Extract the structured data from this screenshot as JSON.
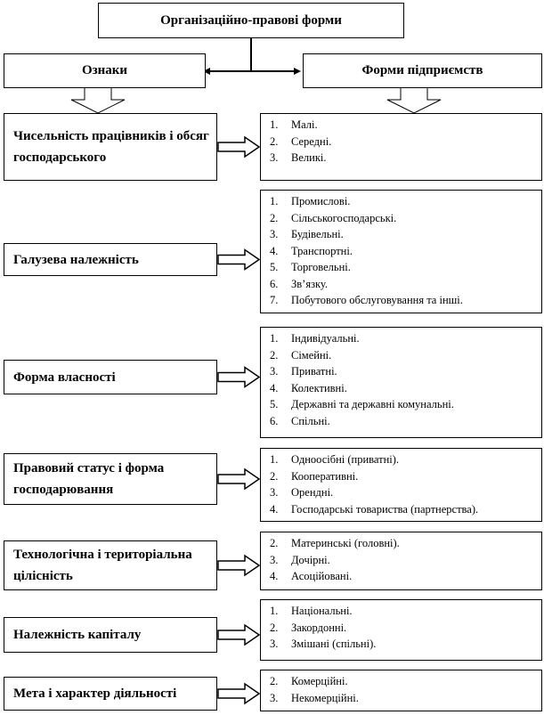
{
  "title": "Організаційно-правові форми",
  "left_header": "Ознаки",
  "right_header": "Форми підприємств",
  "rows": [
    {
      "criterion": "Чисельність працівників і обсяг господарського",
      "forms": [
        {
          "n": "1.",
          "t": "Малі."
        },
        {
          "n": "2.",
          "t": "Середні."
        },
        {
          "n": "3.",
          "t": "Великі."
        }
      ]
    },
    {
      "criterion": "Галузева належність",
      "forms": [
        {
          "n": "1.",
          "t": "Промислові."
        },
        {
          "n": "2.",
          "t": "Сільськогосподарські."
        },
        {
          "n": "3.",
          "t": "Будівельні."
        },
        {
          "n": "4.",
          "t": "Транспортні."
        },
        {
          "n": "5.",
          "t": "Торговельні."
        },
        {
          "n": "6.",
          "t": "Зв’язку."
        },
        {
          "n": "7.",
          "t": "Побутового обслуговування та інші."
        }
      ]
    },
    {
      "criterion": "Форма власності",
      "forms": [
        {
          "n": "1.",
          "t": "Індивідуальні."
        },
        {
          "n": "2.",
          "t": "Сімейні."
        },
        {
          "n": "3.",
          "t": "Приватні."
        },
        {
          "n": "4.",
          "t": "Колективні."
        },
        {
          "n": "5.",
          "t": "Державні та державні комунальні."
        },
        {
          "n": "6.",
          "t": "Спільні."
        }
      ]
    },
    {
      "criterion": "Правовий статус і форма господарювання",
      "forms": [
        {
          "n": "1.",
          "t": "Одноосібні (приватні)."
        },
        {
          "n": "2.",
          "t": "Кооперативні."
        },
        {
          "n": "3.",
          "t": "Орендні."
        },
        {
          "n": "4.",
          "t": "Господарські товариства (партнерства)."
        }
      ]
    },
    {
      "criterion": "Технологічна і територіальна цілісність",
      "forms": [
        {
          "n": "2.",
          "t": "Материнські (головні)."
        },
        {
          "n": "3.",
          "t": "Дочірні."
        },
        {
          "n": "4.",
          "t": "Асоційовані."
        }
      ]
    },
    {
      "criterion": "Належність капіталу",
      "forms": [
        {
          "n": "1.",
          "t": "Національні."
        },
        {
          "n": "2.",
          "t": "Закордонні."
        },
        {
          "n": "3.",
          "t": "Змішані (спільні)."
        }
      ]
    },
    {
      "criterion": "Мета і характер діяльності",
      "forms": [
        {
          "n": "2.",
          "t": "Комерційні."
        },
        {
          "n": "3.",
          "t": "Некомерційні."
        }
      ]
    }
  ]
}
